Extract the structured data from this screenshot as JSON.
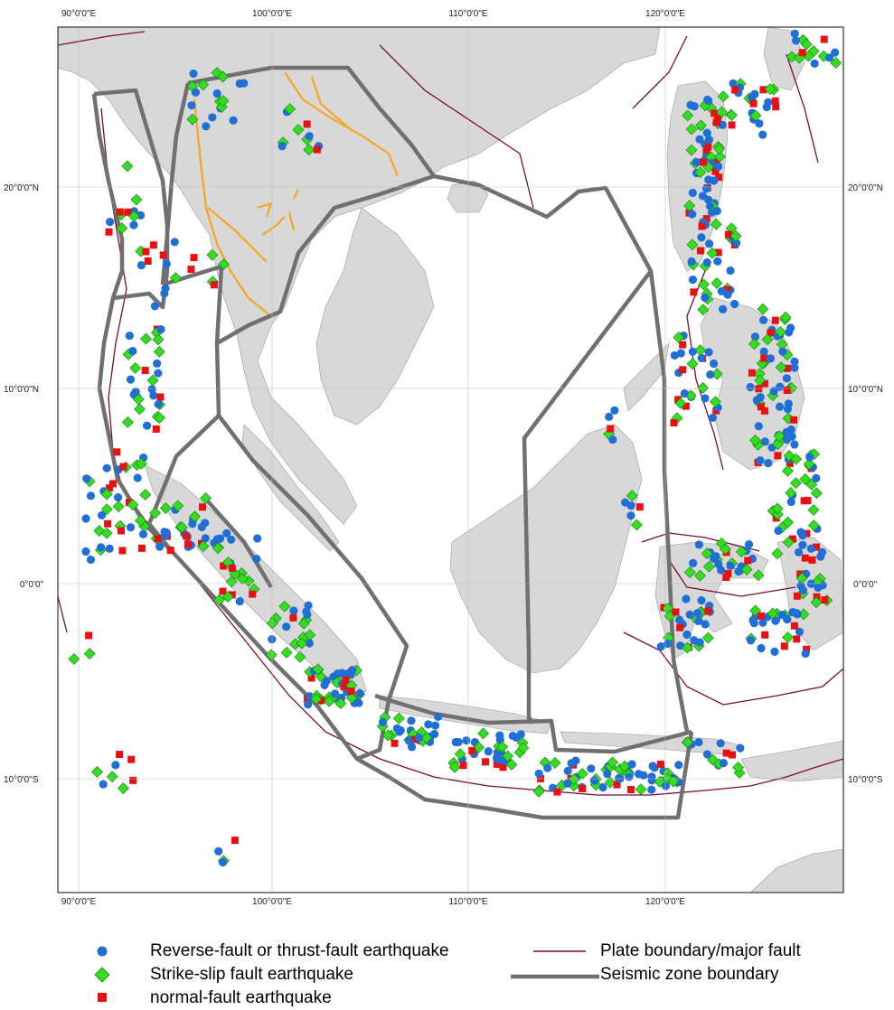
{
  "map": {
    "grid_labels": {
      "lon_top": [
        "90°0'0\"E",
        "100°0'0\"E",
        "110°0'0\"E",
        "120°0'0\"E"
      ],
      "lon_bottom": [
        "90°0'0\"E",
        "100°0'0\"E",
        "110°0'0\"E",
        "120°0'0\"E"
      ],
      "lat_left": [
        "20°0'0\"N",
        "10°0'0\"N",
        "0°0'0\"",
        "10°0'0\"S"
      ],
      "lat_right": [
        "20°0'0\"N",
        "10°0'0\"N",
        "0°0'0\"",
        "10°0'0\"S"
      ]
    },
    "colors": {
      "land": "#d8d8d8",
      "sea": "#ffffff",
      "reverse_fault": "#1f6fd6",
      "strike_slip": "#33dd22",
      "normal_fault": "#e81010",
      "plate_boundary": "#7a0a36",
      "seismic_zone": "#707070",
      "major_fault_inland": "#f5a623"
    }
  },
  "legend": {
    "reverse": "Reverse-fault or thrust-fault earthquake",
    "strike": "Strike-slip fault earthquake",
    "normal": "normal-fault earthquake",
    "plate": "Plate boundary/major fault",
    "zone": "Seismic zone boundary"
  }
}
